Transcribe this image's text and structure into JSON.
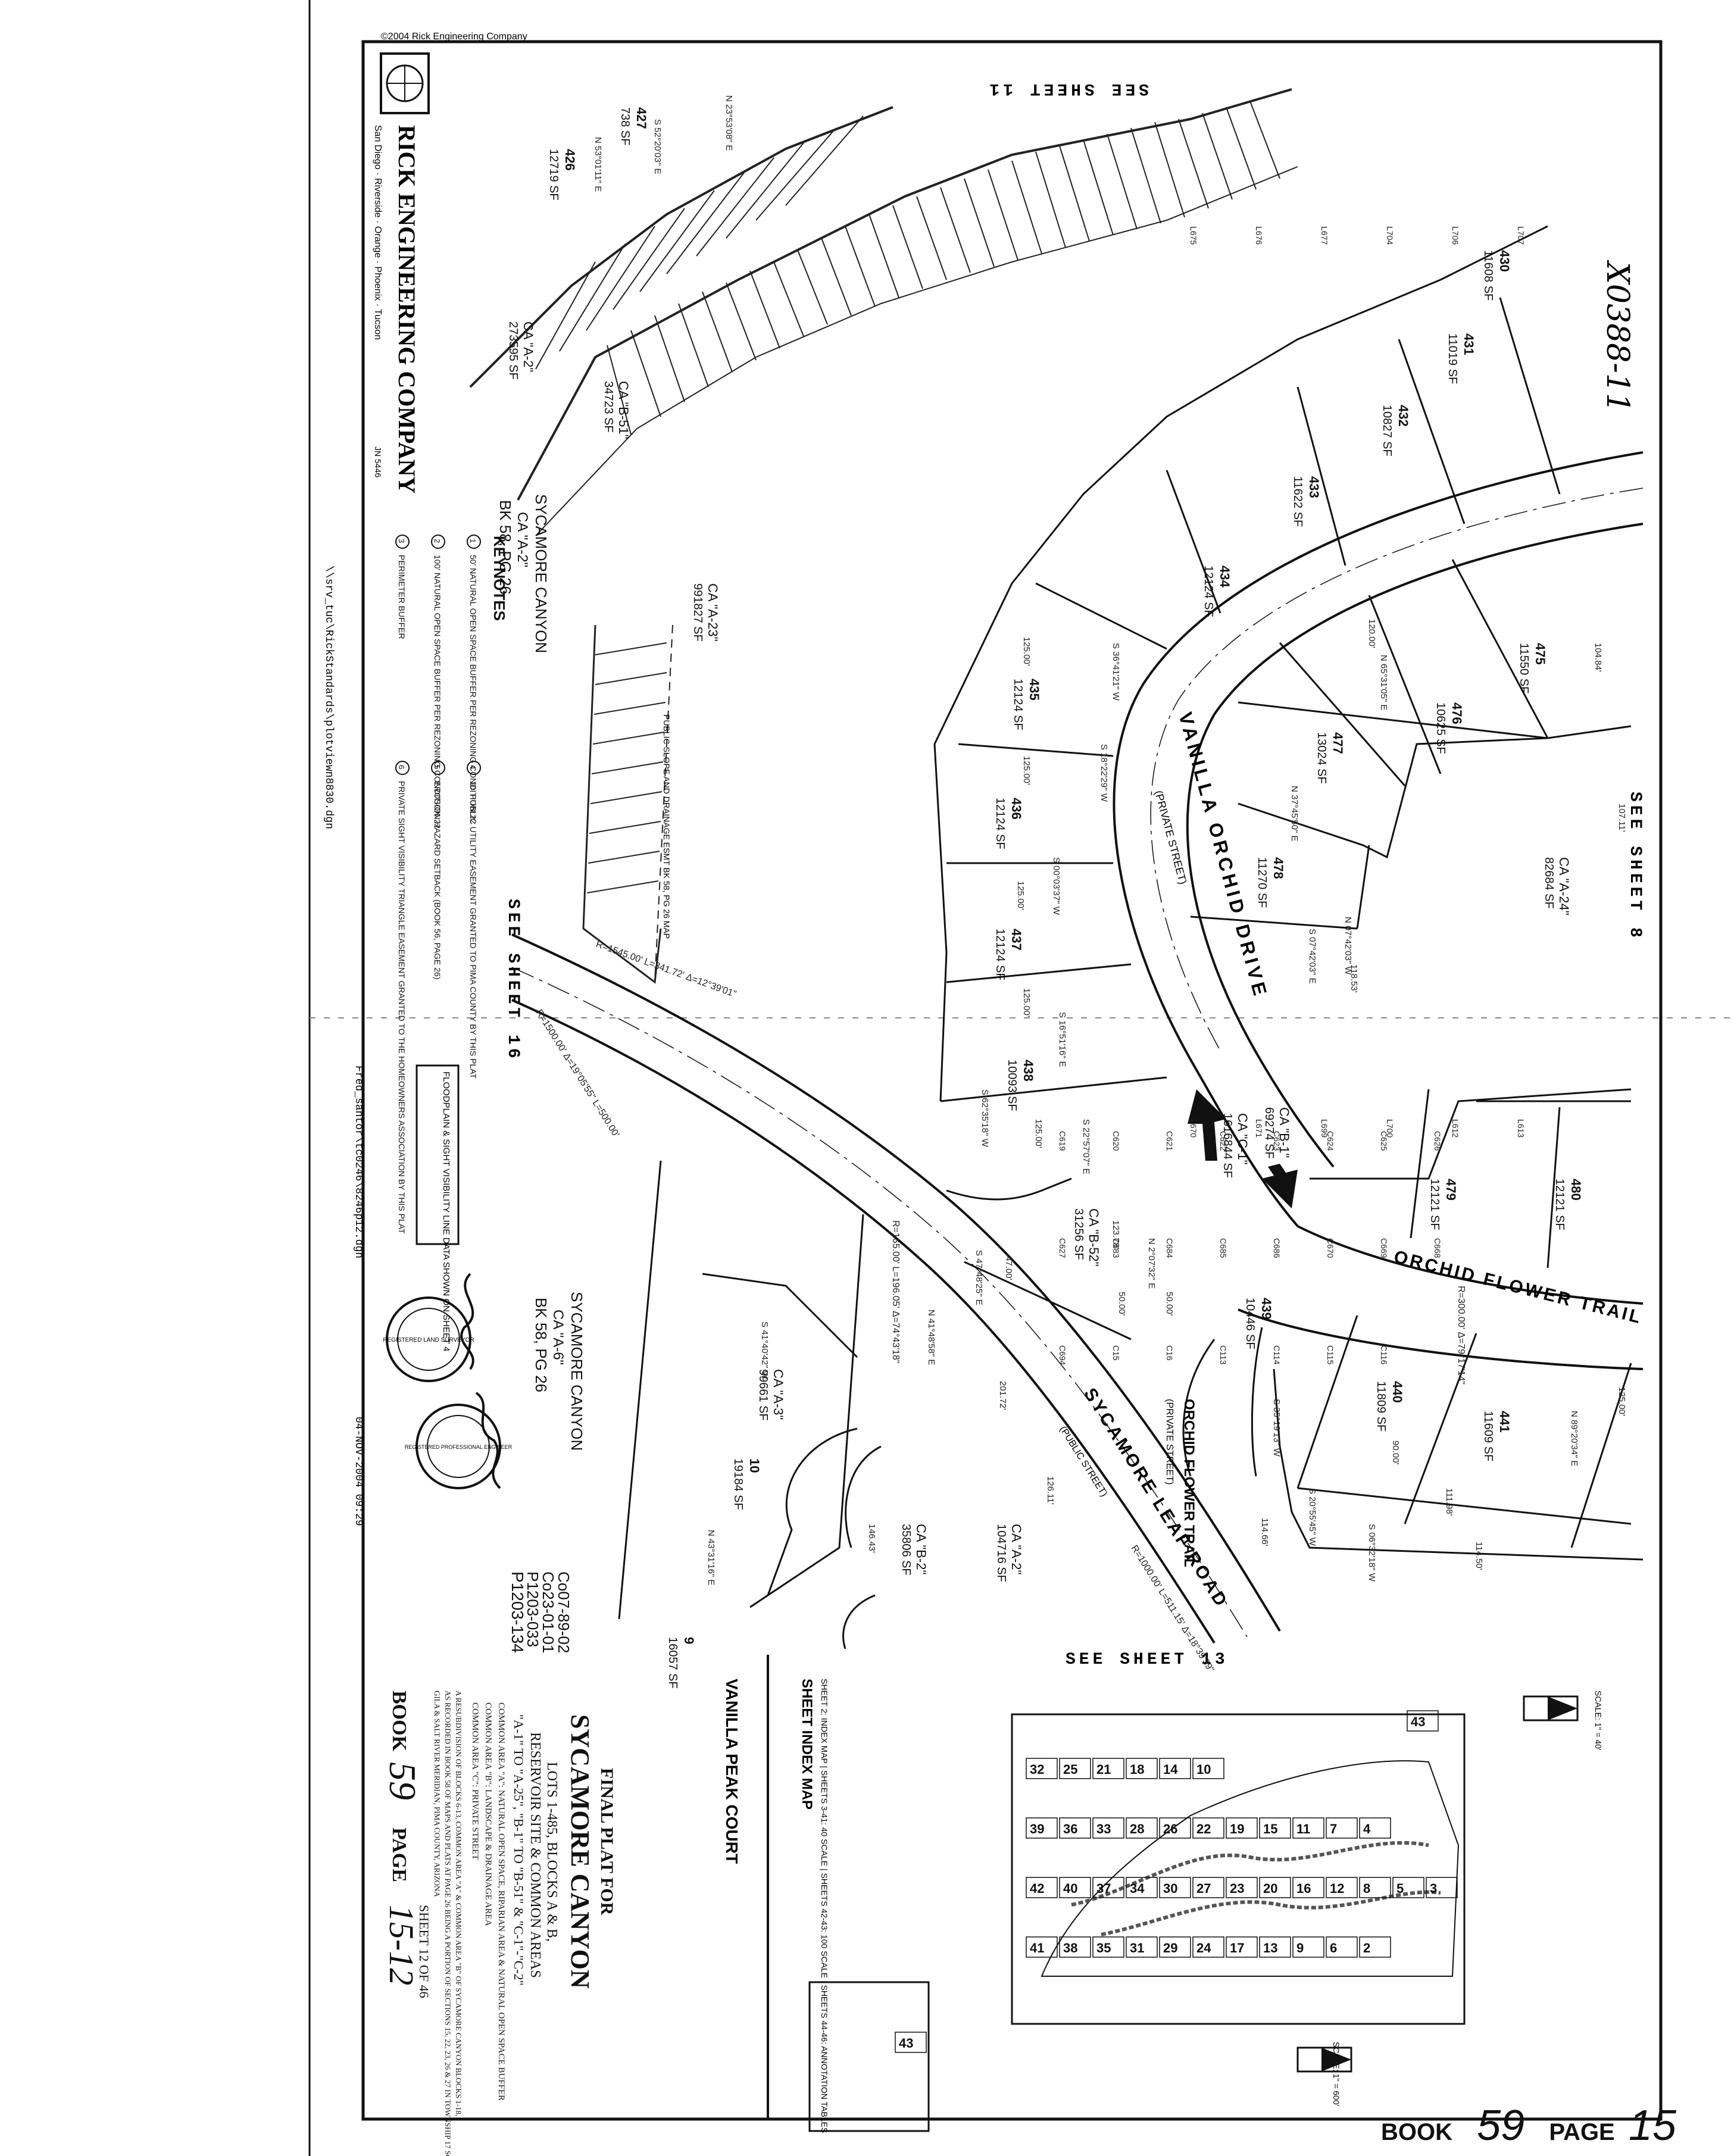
{
  "copyright": "©2004 Rick Engineering Company",
  "company": {
    "name": "RICK ENGINEERING COMPANY",
    "job_no": "JN 5446",
    "offices": "San Diego · Riverside · Orange · Phoenix · Tucson"
  },
  "sheet_refs": {
    "top": "SEE SHEET 11",
    "right": "SEE SHEET 8",
    "left": "SEE SHEET 16",
    "bottom": "SEE SHEET 13"
  },
  "streets": [
    {
      "label": "VANILLA ORCHID DRIVE",
      "note": "(PRIVATE STREET)"
    },
    {
      "label": "ORCHID FLOWER TRAIL",
      "note": ""
    },
    {
      "label": "SYCAMORE LEAF ROAD",
      "note": "(PUBLIC STREET)"
    },
    {
      "label": "ORCHID FLOWER TRAIL",
      "note": "(PRIVATE STREET)"
    },
    {
      "label": "VANILLA PEAK COURT",
      "note": ""
    }
  ],
  "lots": [
    {
      "no": "426",
      "area": "12719 SF"
    },
    {
      "no": "427",
      "area": "738 SF"
    },
    {
      "no": "430",
      "area": "11608 SF"
    },
    {
      "no": "431",
      "area": "11019 SF"
    },
    {
      "no": "432",
      "area": "10827 SF"
    },
    {
      "no": "433",
      "area": "11622 SF"
    },
    {
      "no": "434",
      "area": "12124 SF"
    },
    {
      "no": "435",
      "area": "12124 SF"
    },
    {
      "no": "436",
      "area": "12124 SF"
    },
    {
      "no": "437",
      "area": "12124 SF"
    },
    {
      "no": "438",
      "area": "10093 SF"
    },
    {
      "no": "439",
      "area": "10446 SF"
    },
    {
      "no": "440",
      "area": "11809 SF"
    },
    {
      "no": "441",
      "area": "11609 SF"
    },
    {
      "no": "475",
      "area": "11550 SF"
    },
    {
      "no": "476",
      "area": "10625 SF"
    },
    {
      "no": "477",
      "area": "13024 SF"
    },
    {
      "no": "478",
      "area": "11270 SF"
    },
    {
      "no": "479",
      "area": "12121 SF"
    },
    {
      "no": "480",
      "area": "12121 SF"
    },
    {
      "no": "10",
      "area": "19184 SF"
    },
    {
      "no": "9",
      "area": "16057 SF"
    }
  ],
  "common_areas": [
    {
      "label": "CA \"A-2\"",
      "area": "273595 SF"
    },
    {
      "label": "CA \"A-23\"",
      "area": "991827 SF"
    },
    {
      "label": "CA \"A-24\"",
      "area": "82684 SF"
    },
    {
      "label": "CA \"B-51\"",
      "area": "34723 SF"
    },
    {
      "label": "CA \"B-52\"",
      "area": "31256 SF"
    },
    {
      "label": "CA \"C-1\"",
      "area": "1616844 SF"
    },
    {
      "label": "CA \"B-1\"",
      "area": "69274 SF"
    },
    {
      "label": "CA \"A-3\"",
      "area": "99661 SF"
    },
    {
      "label": "CA \"A-2\"",
      "area": "104716 SF"
    },
    {
      "label": "CA \"B-2\"",
      "area": "35806 SF"
    }
  ],
  "adjacent": [
    {
      "name": "SYCAMORE CANYON",
      "line2": "CA \"A-2\"",
      "ref": "BK 58, PG 26"
    },
    {
      "name": "SYCAMORE CANYON",
      "line2": "CA \"A-6\"",
      "ref": "BK 58, PG 26"
    }
  ],
  "bearings": [
    "N 53°01'11\" E",
    "S 52°20'03\" E",
    "N 23°53'08\" E",
    "S 36°41'21\" W",
    "S 18°22'29\" W",
    "S 00°03'37\" W",
    "S 16°51'16\" E",
    "S 22°57'07\" E",
    "N 37°45'50\" E",
    "N 07°42'03\" W",
    "S 07°42'03\" E",
    "N 65°31'05\" E",
    "S 35°19'13\" W",
    "S 20°55'45\" W",
    "S 06°32'18\" W",
    "N 89°20'34\" E",
    "S 47°48'25\" E",
    "N 2°07'32\" E",
    "N 41°48'58\" E",
    "S 41°40'42\" W",
    "N 43°31'16\" E",
    "S 62°35'18\" W"
  ],
  "distances": [
    "125.00'",
    "125.00'",
    "125.00'",
    "125.00'",
    "125.00'",
    "120.00'",
    "123.78'",
    "118.53'",
    "104.84'",
    "107.11'",
    "90.00'",
    "111.98'",
    "114.50'",
    "114.66'",
    "125.00'",
    "50.00'",
    "50.00'",
    "47.00'",
    "201.72'",
    "126.11'",
    "146.43'"
  ],
  "curves": [
    "R=1500.00' Δ=19°05'55\" L=500.00'",
    "R=1545.00' L=341.72' Δ=12°39'01\"",
    "R=300.00' Δ=79°17'14\"",
    "R=1000.00' L=511.15' Δ=18°39'39\"",
    "R=165.00' L=196.05' Δ=74°43'18\""
  ],
  "curve_ids": [
    "C619",
    "C620",
    "C621",
    "C622",
    "C623",
    "C624",
    "C625",
    "C626",
    "C627",
    "C683",
    "C684",
    "C685",
    "C686",
    "C670",
    "C669",
    "C668",
    "C694",
    "C15",
    "C16",
    "C113",
    "C114",
    "C115",
    "C116"
  ],
  "line_ids": [
    "L675",
    "L676",
    "L677",
    "L704",
    "L706",
    "L707",
    "L670",
    "L671",
    "L699",
    "L700",
    "L612",
    "L613"
  ],
  "keynotes": {
    "title": "KEYNOTES",
    "items": [
      {
        "n": "1",
        "text": "50' NATURAL OPEN SPACE BUFFER PER REZONING CONDITION 22"
      },
      {
        "n": "2",
        "text": "100' NATURAL OPEN SPACE BUFFER PER REZONING CONDITION 22"
      },
      {
        "n": "3",
        "text": "PERIMETER BUFFER"
      },
      {
        "n": "4",
        "text": "10' PUBLIC UTILITY EASEMENT GRANTED TO PIMA COUNTY BY THIS PLAT"
      },
      {
        "n": "5",
        "text": "EROSION HAZARD SETBACK (BOOK 56, PAGE 26)"
      },
      {
        "n": "6",
        "text": "PRIVATE SIGHT VISIBILITY TRIANGLE EASEMENT GRANTED TO THE HOMEOWNERS ASSOCIATION BY THIS PLAT"
      }
    ]
  },
  "public_slope": "PUBLIC SLOPE AND DRAINAGE ESMT BK 58, PG 26 MAP",
  "floodplain_note": "FLOODPLAIN & SIGHT VISIBILITY LINE DATA SHOWN ON SHEET 4",
  "file_path": "\\\\srv_tuc\\RickStandards\\plotviewn8830.dgn",
  "date_stamp": "04-NOV-2004   09:29",
  "plot_file": "Fred_santor\\tc0246\\8246p12.dgn",
  "case_numbers": [
    "P1203-134",
    "P1203-033",
    "Co23-01-01",
    "Co07-89-02"
  ],
  "title_block": {
    "line1": "FINAL PLAT FOR",
    "line2": "SYCAMORE CANYON",
    "line3": "LOTS 1-485, BLOCKS A & B,",
    "line4": "RESERVOIR SITE & COMMON AREAS",
    "line5": "\"A-1\" TO \"A-25\", \"B-1\" TO \"B-51\" & \"C-1\"-\"C-2\"",
    "line6": "COMMON AREA \"A\": NATURAL OPEN SPACE, RIPARIAN AREA & NATURAL OPEN SPACE BUFFER",
    "line7": "COMMON AREA \"B\": LANDSCAPE & DRAINAGE AREA",
    "line8": "COMMON AREA \"C\": PRIVATE STREET",
    "desc1": "A RESUBDIVISION OF BLOCKS 6-13, COMMON AREA \"A\" & COMMON AREA \"B\" OF SYCAMORE CANYON BLOCKS 1-18,",
    "desc2": "AS RECORDED IN BOOK 58 OF MAPS AND PLATS AT PAGE 26 BEING A PORTION OF SECTIONS 15, 22, 23, 26 & 27 IN TOWNSHIP 17 SOUTH, RANGE 15 EAST",
    "desc3": "GILA & SALT RIVER MERIDIAN, PIMA COUNTY, ARIZONA",
    "sheet": "SHEET 12 OF 46",
    "book_label": "BOOK",
    "book_no": "59",
    "page_label": "PAGE",
    "page_no": "15-12"
  },
  "index_map": {
    "title": "SHEET INDEX MAP",
    "sheets": "SHEET 2: INDEX MAP | SHEETS 3-41: 40 SCALE | SHEETS 42-43: 100 SCALE | SHEETS 44-46: ANNOTATION TABLES",
    "scale_top": "SCALE: 1\" = 40'",
    "scale_bottom": "SCALE: 1\" = 600'",
    "numbers": [
      "43",
      "32",
      "25",
      "21",
      "18",
      "14",
      "10",
      "39",
      "36",
      "33",
      "28",
      "26",
      "22",
      "19",
      "15",
      "11",
      "7",
      "4",
      "42",
      "40",
      "37",
      "34",
      "30",
      "27",
      "23",
      "20",
      "16",
      "12",
      "8",
      "5",
      "3",
      "41",
      "38",
      "35",
      "31",
      "29",
      "24",
      "17",
      "13",
      "9",
      "6",
      "2",
      "43"
    ]
  },
  "stamp_code": "X0388-11",
  "seals": [
    "REGISTERED LAND SURVEYOR",
    "REGISTERED PROFESSIONAL ENGINEER"
  ],
  "footer": {
    "book_label": "BOOK",
    "book_no": "59",
    "page_label": "PAGE",
    "page_no": "15"
  },
  "colors": {
    "ink": "#111111",
    "paper": "#ffffff",
    "hatch": "#222222"
  }
}
